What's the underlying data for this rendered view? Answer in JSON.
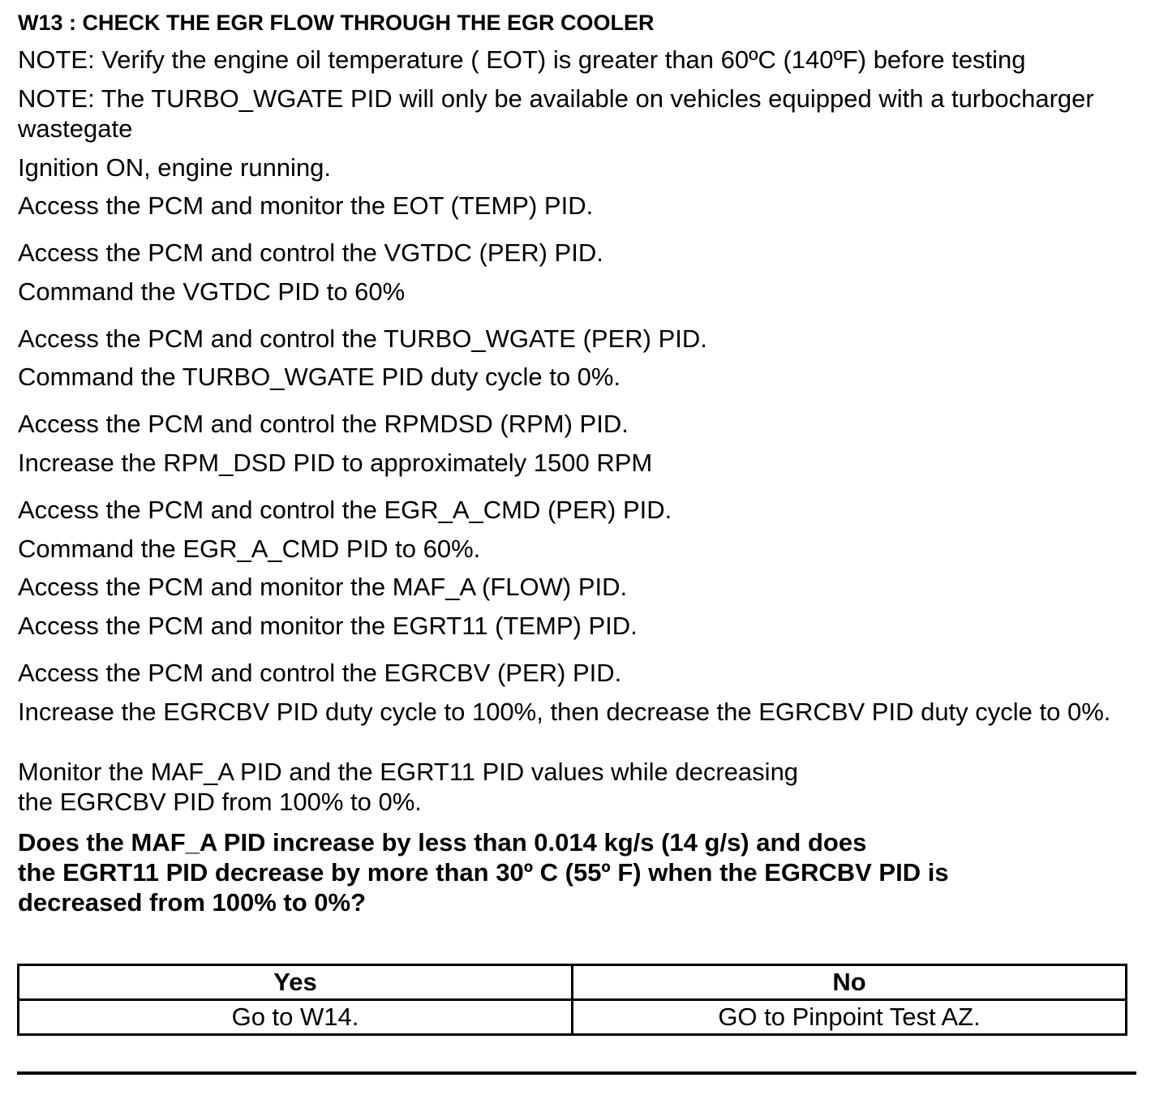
{
  "title": "W13 : CHECK THE EGR FLOW THROUGH THE EGR COOLER",
  "steps": [
    "NOTE: Verify the engine oil temperature ( EOT) is greater than 60ºC (140ºF) before testing",
    "NOTE: The TURBO_WGATE PID will only be available on vehicles equipped with a turbocharger wastegate",
    "Ignition ON, engine running.",
    "Access the PCM and monitor the  EOT (TEMP) PID.",
    "Access the PCM and control the  VGTDC (PER) PID.",
    "Command the VGTDC  PID to 60%",
    "Access the PCM and control the  TURBO_WGATE (PER) PID.",
    "Command the TURBO_WGATE PID duty cycle to 0%.",
    "Access the PCM and control the  RPMDSD (RPM) PID.",
    "Increase the RPM_DSD  PID to approximately 1500 RPM",
    "Access the PCM and control the  EGR_A_CMD (PER) PID.",
    "Command the EGR_A_CMD  PID to 60%.",
    "Access the PCM and monitor the  MAF_A (FLOW) PID.",
    "Access the PCM and monitor the  EGRT11 (TEMP) PID.",
    "Access the PCM and control the  EGRCBV (PER) PID.",
    "Increase the EGRCBV  PID duty cycle to 100%, then decrease the EGRCBV  PID duty cycle to 0%.",
    "Monitor the MAF_A  PID and the EGRT11  PID values while decreasing",
    "the EGRCBV  PID from 100% to 0%."
  ],
  "question": [
    "Does the MAF_A  PID increase by less than 0.014 kg/s (14 g/s) and does",
    "the EGRT11  PID decrease by more than 30º C (55º F) when the EGRCBV  PID is",
    "decreased from 100% to 0%?"
  ],
  "result_table": {
    "headers": [
      "Yes",
      "No"
    ],
    "actions": [
      "Go to W14.",
      "GO to Pinpoint Test AZ."
    ]
  }
}
